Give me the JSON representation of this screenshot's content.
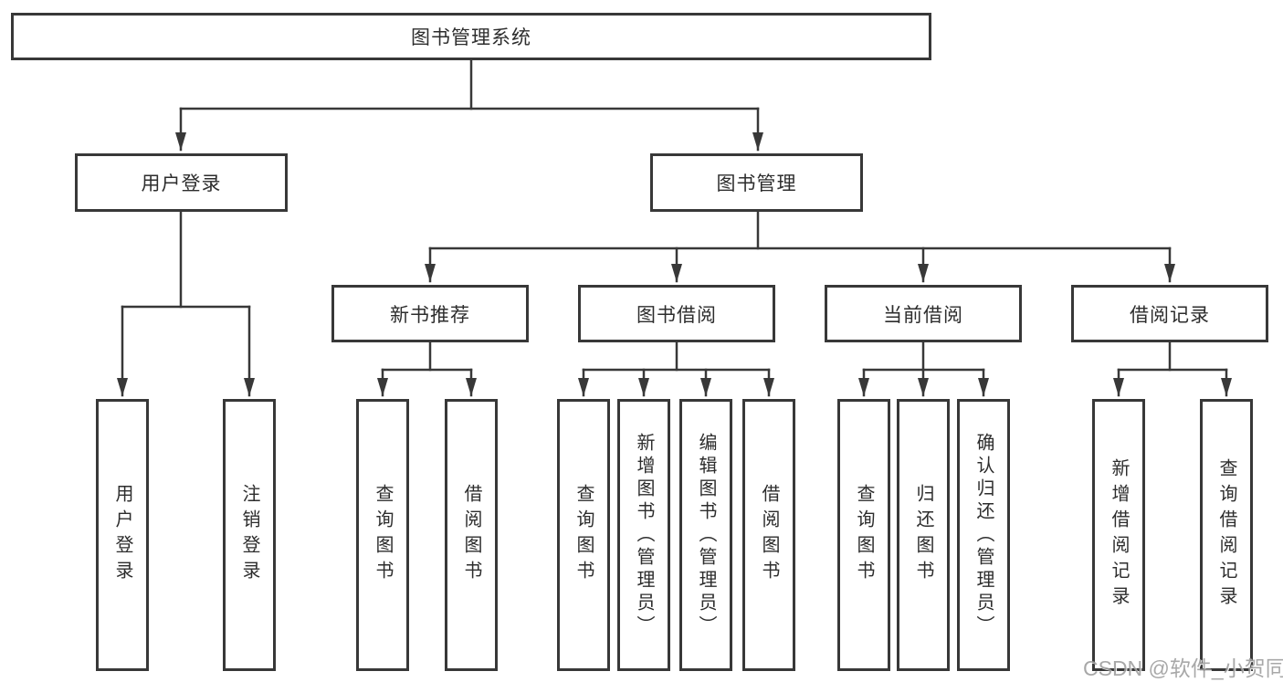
{
  "diagram": {
    "root": {
      "label": "图书管理系统"
    },
    "branches": [
      {
        "label": "用户登录",
        "children": [
          "用户登录",
          "注销登录"
        ]
      },
      {
        "label": "图书管理",
        "sections": [
          {
            "label": "新书推荐",
            "children": [
              "查询图书",
              "借阅图书"
            ]
          },
          {
            "label": "图书借阅",
            "children": [
              "查询图书",
              "新增图书（管理员）",
              "编辑图书（管理员）",
              "借阅图书"
            ]
          },
          {
            "label": "当前借阅",
            "children": [
              "查询图书",
              "归还图书",
              "确认归还（管理员）"
            ]
          },
          {
            "label": "借阅记录",
            "children": [
              "新增借阅记录",
              "查询借阅记录"
            ]
          }
        ]
      }
    ]
  },
  "watermark": "CSDN @软件_小贺同学",
  "colors": {
    "line": "#383838",
    "text": "#2d2d2d",
    "background": "#ffffff",
    "watermark": "#9d9d9d"
  }
}
